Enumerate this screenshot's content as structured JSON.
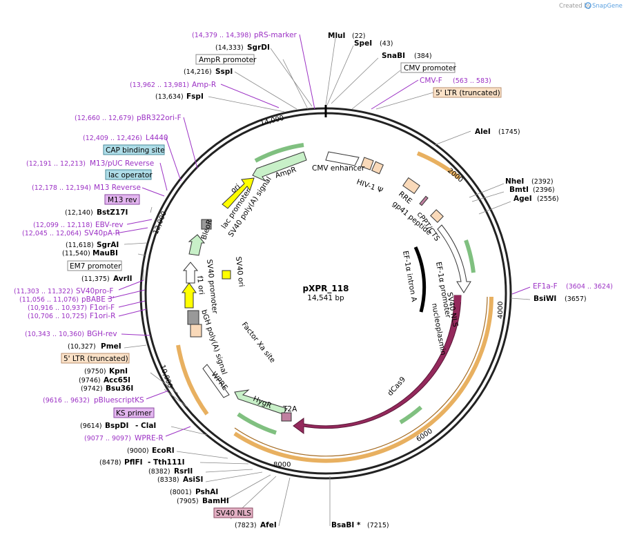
{
  "credit": {
    "created_by": "Created by",
    "brand": "SnapGene"
  },
  "plasmid": {
    "name": "pXPR_118",
    "size": "14,541 bp"
  },
  "ticks": [
    "14,000",
    "2000",
    "4000",
    "6000",
    "8000",
    "10,000",
    "12,000"
  ],
  "sites": {
    "mlu": {
      "name": "MluI",
      "pos": "(22)"
    },
    "spe": {
      "name": "SpeI",
      "pos": "(43)"
    },
    "snab": {
      "name": "SnaBI",
      "pos": "(384)"
    },
    "ale": {
      "name": "AleI",
      "pos": "(1745)"
    },
    "nhe": {
      "name": "NheI",
      "pos": "(2392)"
    },
    "bmt": {
      "name": "BmtI",
      "pos": "(2396)"
    },
    "age": {
      "name": "AgeI",
      "pos": "(2556)"
    },
    "bsiw": {
      "name": "BsiWI",
      "pos": "(3657)"
    },
    "bsab": {
      "name": "BsaBI *",
      "pos": "(7215)"
    },
    "afe": {
      "name": "AfeI",
      "pos": "(7823)"
    },
    "bamh": {
      "name": "BamHI",
      "pos": "(7905)"
    },
    "psha": {
      "name": "PshAI",
      "pos": "(8001)"
    },
    "asis": {
      "name": "AsiSI",
      "pos": "(8338)"
    },
    "rsr": {
      "name": "RsrII",
      "pos": "(8382)"
    },
    "pfl": {
      "name": "PflFI",
      "pos": "(8478)"
    },
    "tth": {
      "name": "- Tth111I",
      "pos": ""
    },
    "ecor": {
      "name": "EcoRI",
      "pos": "(9000)"
    },
    "bspd": {
      "name": "BspDI",
      "pos": "(9614)"
    },
    "cla": {
      "name": "- ClaI",
      "pos": ""
    },
    "bsu": {
      "name": "Bsu36I",
      "pos": "(9742)"
    },
    "acc": {
      "name": "Acc65I",
      "pos": "(9746)"
    },
    "kpn": {
      "name": "KpnI",
      "pos": "(9750)"
    },
    "pme": {
      "name": "PmeI",
      "pos": "(10,327)"
    },
    "avr": {
      "name": "AvrII",
      "pos": "(11,375)"
    },
    "mau": {
      "name": "MauBI",
      "pos": "(11,540)"
    },
    "sgra": {
      "name": "SgrAI",
      "pos": "(11,618)"
    },
    "bstz": {
      "name": "BstZ17I",
      "pos": "(12,140)"
    },
    "fsp": {
      "name": "FspI",
      "pos": "(13,634)"
    },
    "ssp": {
      "name": "SspI",
      "pos": "(14,216)"
    },
    "sgrd": {
      "name": "SgrDI",
      "pos": "(14,333)"
    }
  },
  "primers": {
    "prs": {
      "name": "pRS-marker",
      "pos": "(14,379 .. 14,398)"
    },
    "ampr": {
      "name": "Amp-R",
      "pos": "(13,962 .. 13,981)"
    },
    "pbr": {
      "name": "pBR322ori-F",
      "pos": "(12,660 .. 12,679)"
    },
    "l4440": {
      "name": "L4440",
      "pos": "(12,409 .. 12,426)"
    },
    "m13puc": {
      "name": "M13/pUC Reverse",
      "pos": "(12,191 .. 12,213)"
    },
    "m13r": {
      "name": "M13 Reverse",
      "pos": "(12,178 .. 12,194)"
    },
    "ebv": {
      "name": "EBV-rev",
      "pos": "(12,099 .. 12,118)"
    },
    "sv40pa": {
      "name": "SV40pA-R",
      "pos": "(12,045 .. 12,064)"
    },
    "sv40pro": {
      "name": "SV40pro-F",
      "pos": "(11,303 .. 11,322)"
    },
    "pbabe": {
      "name": "pBABE 3'",
      "pos": "(11,056 .. 11,076)"
    },
    "f1f": {
      "name": "F1ori-F",
      "pos": "(10,916 .. 10,937)"
    },
    "f1r": {
      "name": "F1ori-R",
      "pos": "(10,706 .. 10,725)"
    },
    "bgh": {
      "name": "BGH-rev",
      "pos": "(10,343 .. 10,360)"
    },
    "pbks": {
      "name": "pBluescriptKS",
      "pos": "(9616 .. 9632)"
    },
    "wpre": {
      "name": "WPRE-R",
      "pos": "(9077 .. 9097)"
    },
    "cmvf": {
      "name": "CMV-F",
      "pos": "(563 .. 583)"
    },
    "ef1a": {
      "name": "EF1a-F",
      "pos": "(3604 .. 3624)"
    }
  },
  "boxes": {
    "ampr_promoter": "AmpR promoter",
    "cmv_promoter": "CMV promoter",
    "ltr5_top": "5' LTR (truncated)",
    "cap": "CAP binding site",
    "lacop": "lac operator",
    "m13rev": "M13 rev",
    "em7": "EM7 promoter",
    "ltr5_bottom": "5' LTR (truncated)",
    "ks": "KS primer",
    "sv40nls": "SV40 NLS"
  },
  "features": {
    "ampr": "AmpR",
    "cmv_enh": "CMV enhancer",
    "hiv": "HIV-1 Ψ",
    "rre": "RRE",
    "gp41": "gp41 peptide",
    "cppt": "cPPT/CTS",
    "ef1a_prom": "EF-1α promoter",
    "ef1a_intron": "EF-1α intron A",
    "nls": "SV40 NLS",
    "nucleoplasmin": "nucleoplasmin",
    "dcas9": "dCas9",
    "t2a": "T2A",
    "hygr": "HygR",
    "wpre": "WPRE",
    "fxa": "Factor Xa site",
    "bgh": "bGH poly(A) signal",
    "f1": "f1 ori",
    "sv40p": "SV40 promoter",
    "sv40ori": "SV40 ori",
    "bleor": "BleoR",
    "lacp": "lac promoter",
    "sv40pa": "SV40 poly(A) signal",
    "ori": "ori"
  }
}
